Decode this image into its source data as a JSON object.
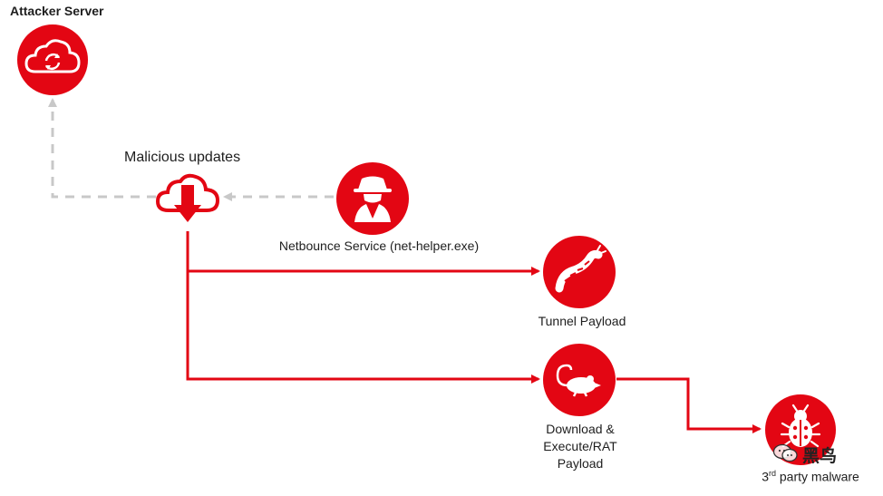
{
  "nodes": {
    "attacker_server": {
      "label": "Attacker Server",
      "icon": "cloud-sync-icon"
    },
    "malicious_updates": {
      "label": "Malicious updates",
      "icon": "cloud-download-icon"
    },
    "netbounce_service": {
      "label": "Netbounce Service (net-helper.exe)",
      "icon": "spy-icon"
    },
    "tunnel_payload": {
      "label": "Tunnel Payload",
      "icon": "worm-icon"
    },
    "download_execute": {
      "label_line1": "Download &",
      "label_line2": "Execute/RAT",
      "label_line3": "Payload",
      "icon": "rat-icon"
    },
    "third_party": {
      "label_prefix": "3",
      "label_sup": "rd",
      "label_rest": " party malware",
      "icon": "bug-icon"
    }
  },
  "watermark": {
    "text": "黑鸟",
    "icon": "wechat-icon"
  },
  "colors": {
    "accent": "#e30613",
    "dashed": "#c8c8c8",
    "text": "#1e1e1e"
  }
}
